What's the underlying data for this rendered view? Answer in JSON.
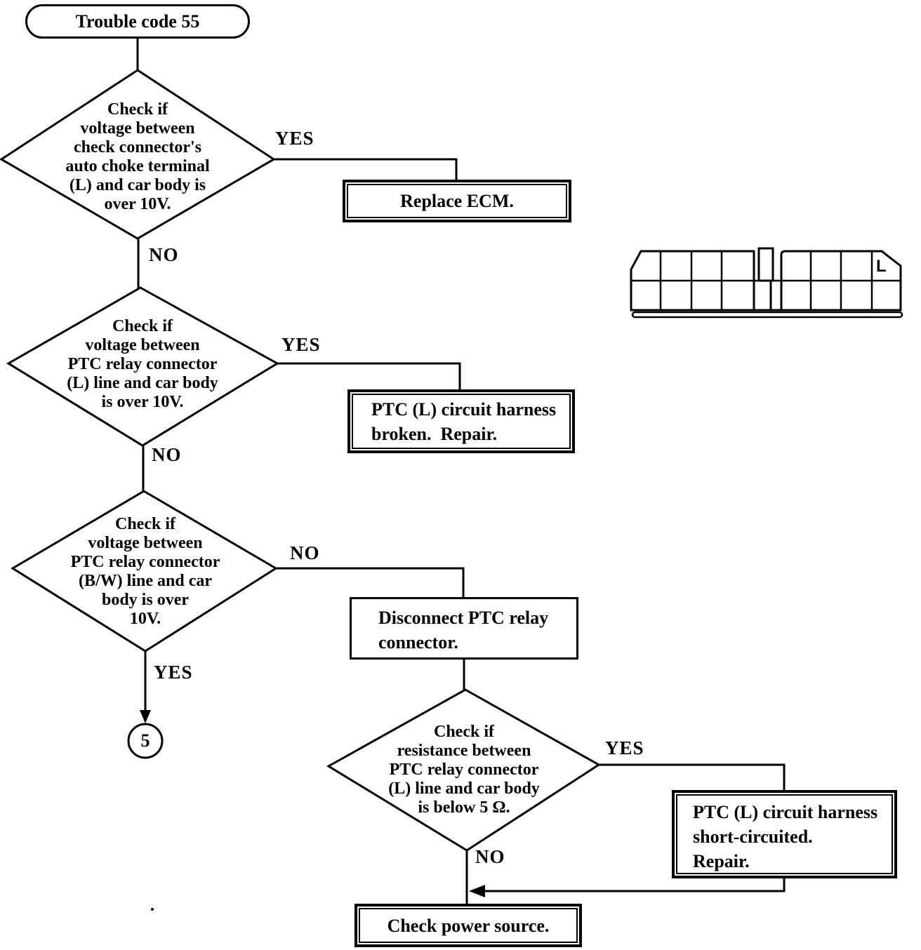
{
  "colors": {
    "ink": "#000000",
    "paper": "#ffffff"
  },
  "start": {
    "label": "Trouble code 55"
  },
  "decisions": [
    {
      "text": "Check if\nvoltage between\ncheck connector's\nauto choke terminal\n(L) and car body is\nover 10V.",
      "branch_right": "YES",
      "branch_down": "NO"
    },
    {
      "text": "Check if\nvoltage between\nPTC relay connector\n(L) line and car body\nis over 10V.",
      "branch_right": "YES",
      "branch_down": "NO"
    },
    {
      "text": "Check if\nvoltage between\nPTC relay connector\n(B/W) line and car\nbody is over\n10V.",
      "branch_right": "NO",
      "branch_down": "YES"
    },
    {
      "text": "Check if\nresistance between\nPTC relay connector\n(L) line and car body\nis below 5 Ω.",
      "branch_right": "YES",
      "branch_down": "NO"
    }
  ],
  "results": {
    "replace_ecm": "Replace ECM.",
    "harness_broken": "PTC (L) circuit harness\nbroken.  Repair.",
    "disconnect_relay": "Disconnect PTC relay\nconnector.",
    "harness_short": "PTC (L) circuit harness\nshort-circuited.\nRepair.",
    "check_power": "Check power source."
  },
  "offpage_connector": {
    "label": "5"
  },
  "pin_connector": {
    "terminal_label": "L"
  }
}
